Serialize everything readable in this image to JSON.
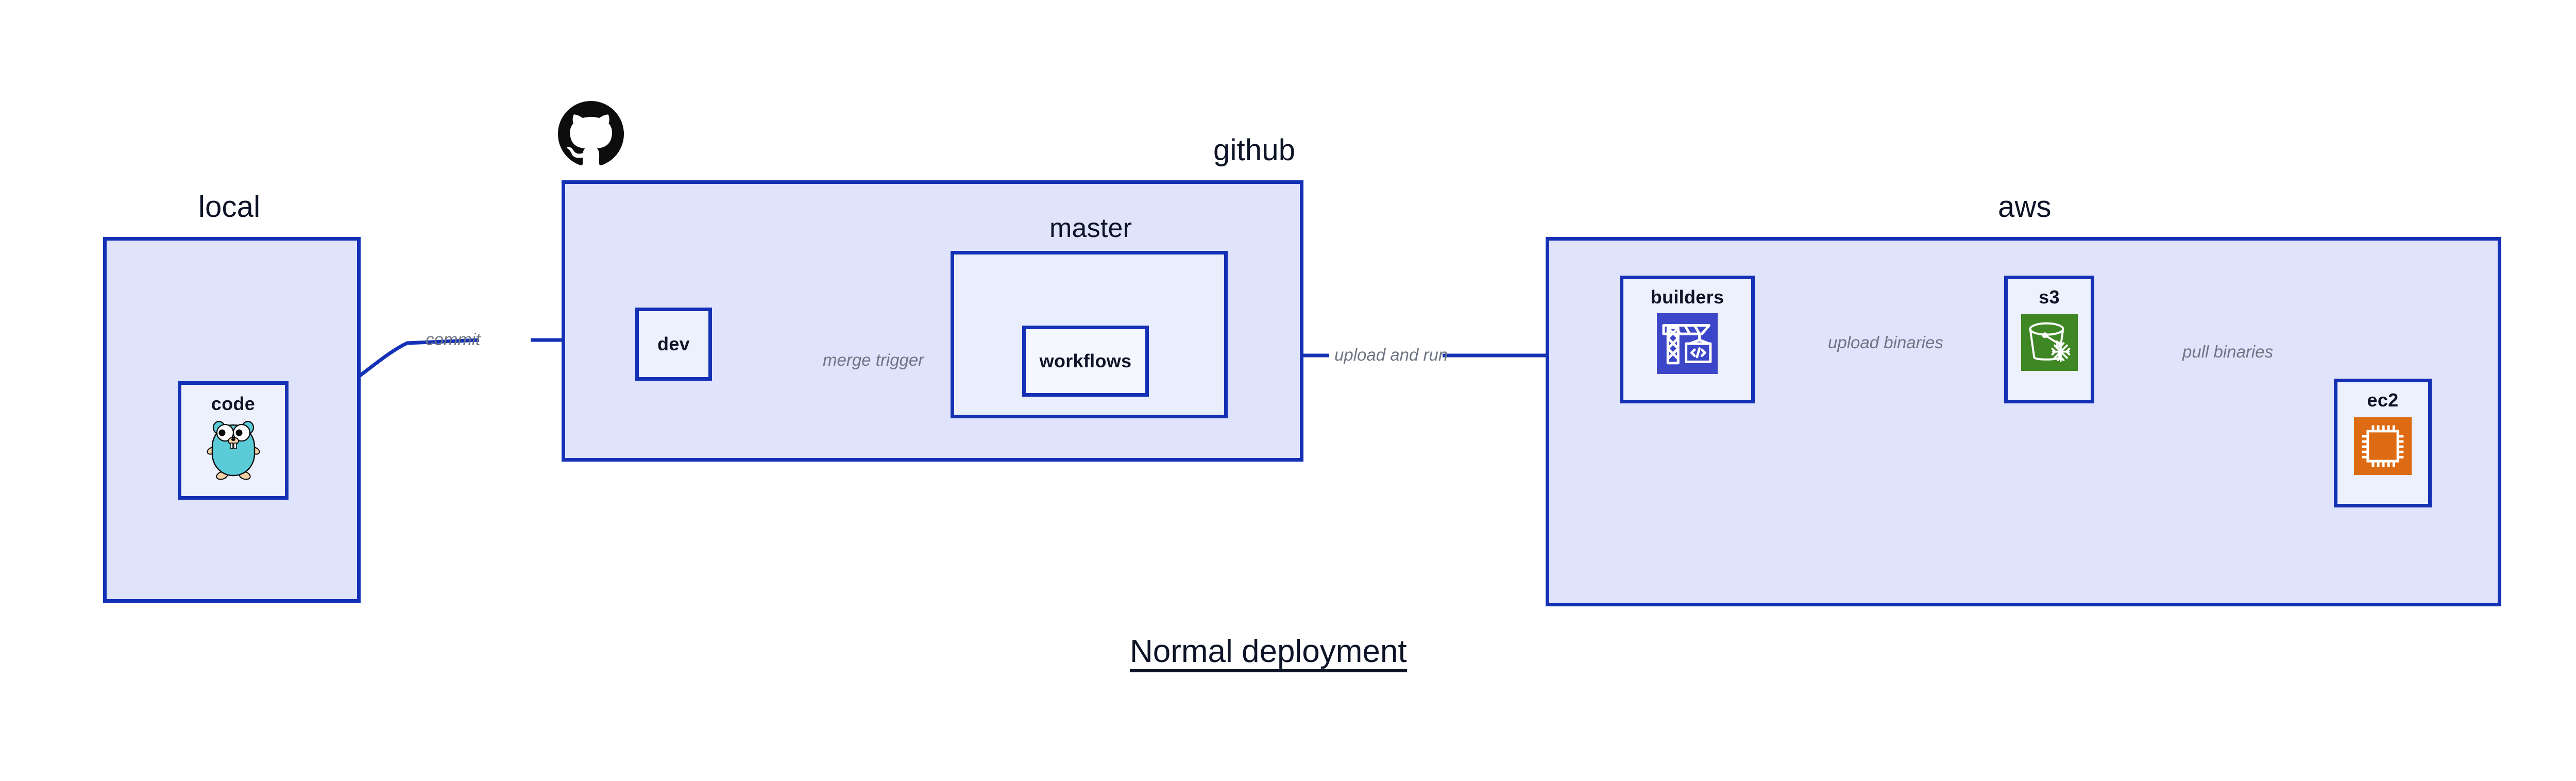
{
  "diagram": {
    "title": "Normal deployment",
    "accent_color": "#1431b5",
    "group_fill": "#dfe3fb",
    "subgroup_fill": "#e9eefc",
    "node_fill": "#edf1fd",
    "label_color": "#0d1427",
    "edge_label_color": "#6f7582"
  },
  "groups": [
    {
      "id": "local",
      "label": "local"
    },
    {
      "id": "github",
      "label": "github"
    },
    {
      "id": "aws",
      "label": "aws"
    }
  ],
  "subgroups": [
    {
      "id": "master",
      "label": "master"
    }
  ],
  "nodes": [
    {
      "id": "code",
      "label": "code",
      "icon": "go-gopher-icon",
      "group": "local"
    },
    {
      "id": "dev",
      "label": "dev",
      "icon": null,
      "group": "github"
    },
    {
      "id": "workflows",
      "label": "workflows",
      "icon": null,
      "group": "master"
    },
    {
      "id": "builders",
      "label": "builders",
      "icon": "aws-codebuild-icon",
      "icon_color": "#3c46c8",
      "group": "aws"
    },
    {
      "id": "s3",
      "label": "s3",
      "icon": "aws-s3-glacier-icon",
      "icon_color": "#3f8624",
      "group": "aws"
    },
    {
      "id": "ec2",
      "label": "ec2",
      "icon": "aws-ec2-icon",
      "icon_color": "#dd6b13",
      "group": "aws"
    }
  ],
  "edges": [
    {
      "id": "commit",
      "label": "commit",
      "from": "code",
      "to": "dev"
    },
    {
      "id": "merge-trigger",
      "label": "merge trigger",
      "from": "dev",
      "to": "workflows"
    },
    {
      "id": "upload-and-run",
      "label": "upload and run",
      "from": "workflows",
      "to": "builders"
    },
    {
      "id": "upload-binaries",
      "label": "upload binaries",
      "from": "builders",
      "to": "s3"
    },
    {
      "id": "pull-binaries",
      "label": "pull binaries",
      "from": "s3",
      "to": "ec2"
    }
  ],
  "logos": [
    {
      "id": "github-logo",
      "name": "github-octocat-icon",
      "color": "#0d0d0d"
    }
  ]
}
